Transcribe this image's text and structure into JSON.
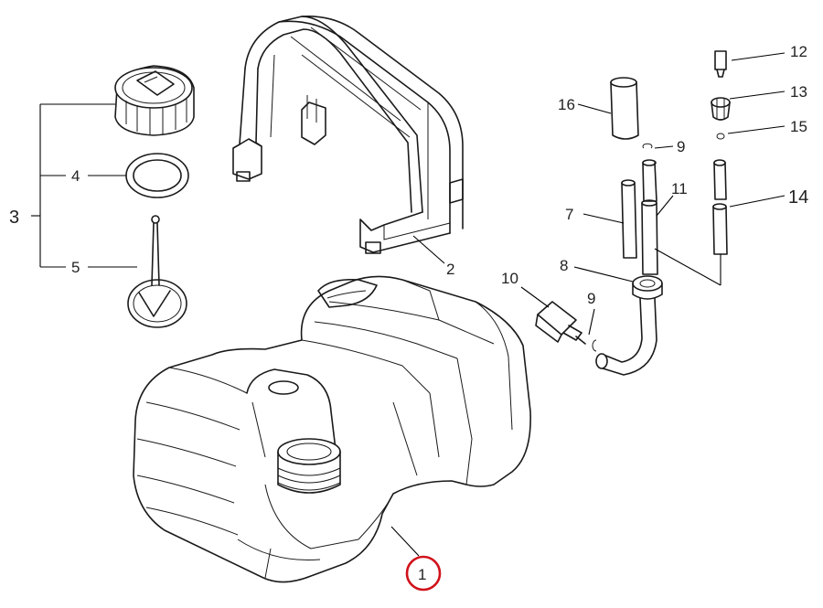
{
  "labels": {
    "p1": "1",
    "p2": "2",
    "p3": "3",
    "p4": "4",
    "p5": "5",
    "p7": "7",
    "p8": "8",
    "p9a": "9",
    "p9b": "9",
    "p10": "10",
    "p11": "11",
    "p12": "12",
    "p13": "13",
    "p14": "14",
    "p15": "15",
    "p16": "16"
  },
  "highlight": {
    "part": "1",
    "color": "#d0121b"
  },
  "colors": {
    "line": "#1a1a1a",
    "background": "#ffffff"
  }
}
